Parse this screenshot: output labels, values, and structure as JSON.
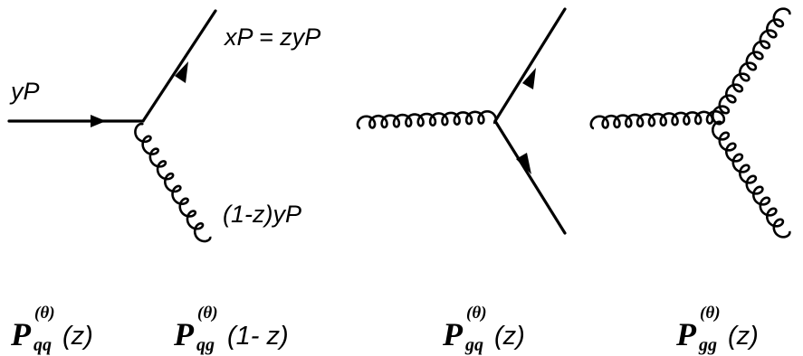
{
  "diagram1": {
    "incoming_label": "yP",
    "outgoing_quark_label": "xP = zyP",
    "outgoing_gluon_label": "(1-z)yP"
  },
  "splitting_functions": [
    {
      "symbol": "P",
      "superscript": "(θ)",
      "subscript": "qq",
      "argument": "(z)"
    },
    {
      "symbol": "P",
      "superscript": "(θ)",
      "subscript": "qg",
      "argument": "(1- z)"
    },
    {
      "symbol": "P",
      "superscript": "(θ)",
      "subscript": "gq",
      "argument": "(z)"
    },
    {
      "symbol": "P",
      "superscript": "(θ)",
      "subscript": "gg",
      "argument": "(z)"
    }
  ]
}
